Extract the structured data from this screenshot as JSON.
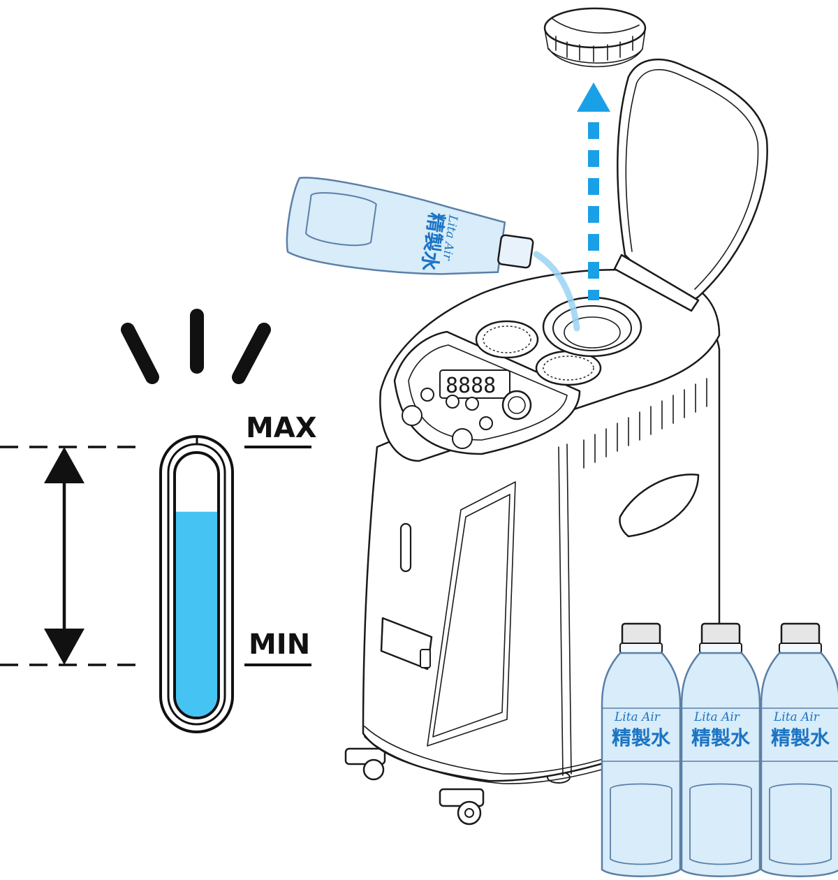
{
  "gauge": {
    "max_label": "MAX",
    "min_label": "MIN",
    "water_level_fraction": 0.78,
    "water_color": "#45c4f3"
  },
  "lift_arrow_color": "#1aa0e6",
  "bottles": {
    "label": "精製水",
    "brand_script": "Lita Air",
    "tint": "#d8ecf9",
    "text_color": "#1b74c4",
    "count_standing": 3
  },
  "icons": [
    "level-gauge-icon",
    "double-arrow-icon",
    "light-burst-icon",
    "lift-arrow-icon"
  ]
}
